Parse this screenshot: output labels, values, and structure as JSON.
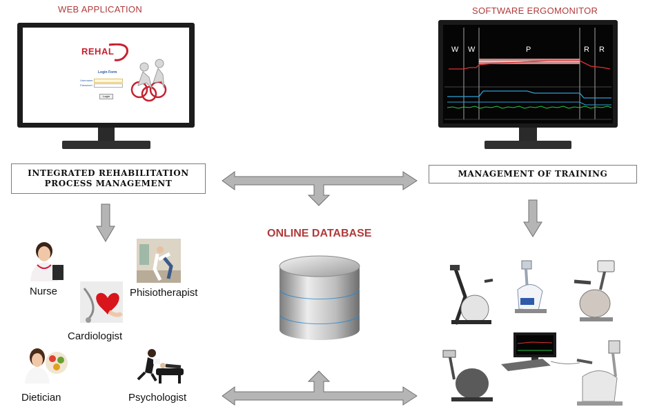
{
  "web_app": {
    "heading": "WEB APPLICATION",
    "brand": "REHAL",
    "login": {
      "title": "Login Form",
      "username_label": "Username",
      "password_label": "Password",
      "button_label": "Login"
    }
  },
  "ergomonitor": {
    "heading": "SOFTWARE ERGOMONITOR",
    "phase_labels": [
      "W",
      "W",
      "P",
      "R",
      "R"
    ]
  },
  "boxes": {
    "left": "INTEGRATED REHABILITATION PROCESS MANAGEMENT",
    "right": "MANAGEMENT OF TRAINING"
  },
  "database": {
    "title": "ONLINE DATABASE"
  },
  "roles": {
    "nurse": "Nurse",
    "physio": "Phisiotherapist",
    "cardio": "Cardiologist",
    "diet": "Dietician",
    "psych": "Psychologist"
  },
  "colors": {
    "accent_red": "#b03a3a",
    "arrow_gray": "#b5b5b5",
    "monitor_black": "#1a1a1a"
  }
}
